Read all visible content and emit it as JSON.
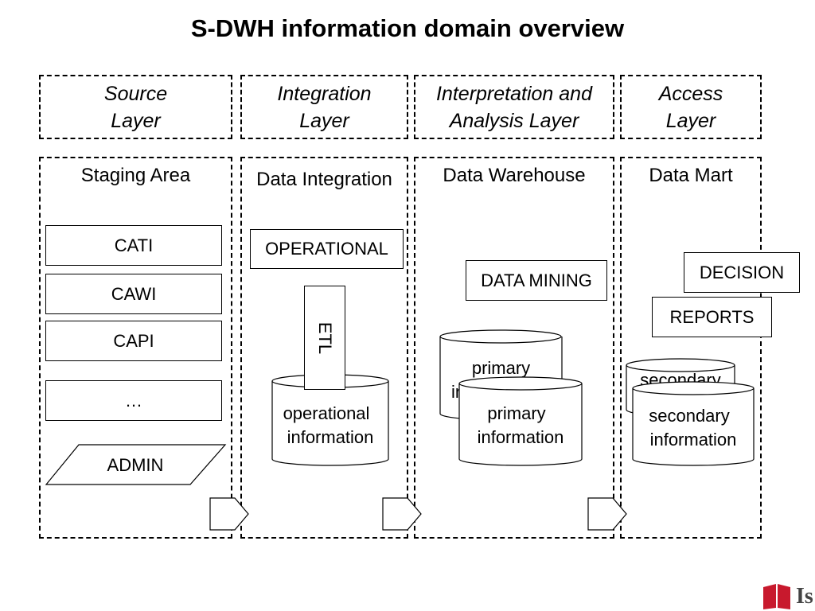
{
  "title": "S-DWH information domain overview",
  "layers": [
    {
      "line1": "Source",
      "line2": "Layer"
    },
    {
      "line1": "Integration",
      "line2": "Layer"
    },
    {
      "line1": "Interpretation and",
      "line2": "Analysis Layer"
    },
    {
      "line1": "Access",
      "line2": "Layer"
    }
  ],
  "areas": {
    "staging": "Staging Area",
    "integration": "Data Integration",
    "warehouse": "Data Warehouse",
    "mart": "Data Mart"
  },
  "staging_items": [
    "CATI",
    "CAWI",
    "CAPI",
    "…"
  ],
  "admin": "ADMIN",
  "operational": "OPERATIONAL",
  "etl": "ETL",
  "operational_info": {
    "line1": "operational",
    "line2": "information"
  },
  "data_mining": "DATA MINING",
  "primary_info": {
    "line1": "primary",
    "line2": "information"
  },
  "primary_info_back": {
    "line1": "primary",
    "line2": "in"
  },
  "decision": "DECISION",
  "reports": "REPORTS",
  "secondary_info": {
    "line1": "secondary",
    "line2": "information"
  },
  "secondary_info_back": {
    "line1": "secondary"
  },
  "logo_text": "Is",
  "colors": {
    "logo": "#c8192d"
  }
}
